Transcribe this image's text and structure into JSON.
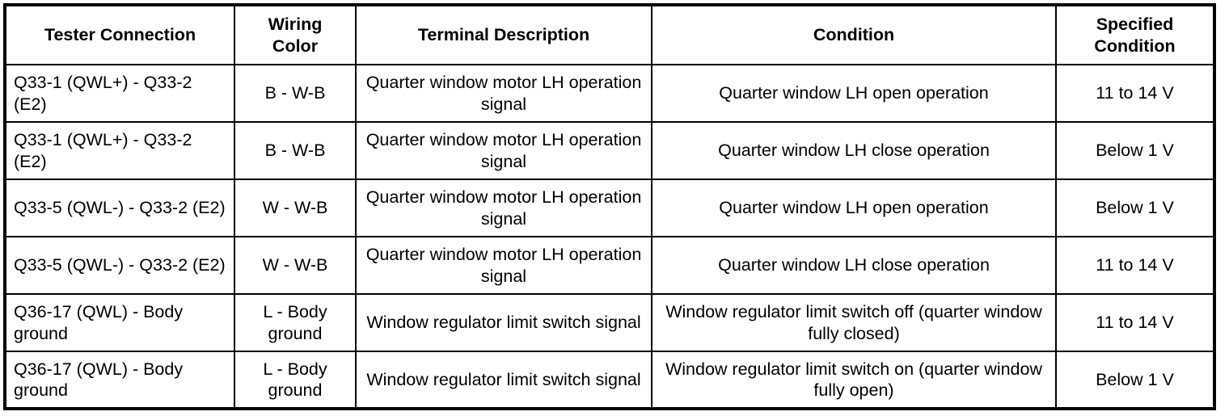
{
  "table": {
    "columns": [
      {
        "key": "tester",
        "label": "Tester Connection",
        "align": "left"
      },
      {
        "key": "wiring",
        "label": "Wiring\nColor",
        "align": "center"
      },
      {
        "key": "terminal",
        "label": "Terminal Description",
        "align": "center"
      },
      {
        "key": "condition",
        "label": "Condition",
        "align": "center"
      },
      {
        "key": "spec",
        "label": "Specified\nCondition",
        "align": "center"
      }
    ],
    "headers": {
      "tester": "Tester Connection",
      "wiring_line1": "Wiring",
      "wiring_line2": "Color",
      "terminal": "Terminal Description",
      "condition": "Condition",
      "spec_line1": "Specified",
      "spec_line2": "Condition"
    },
    "rows": [
      {
        "tester": "Q33-1 (QWL+) - Q33-2 (E2)",
        "wiring": "B - W-B",
        "terminal": "Quarter window motor LH operation signal",
        "condition": "Quarter window LH open operation",
        "spec": "11 to 14 V"
      },
      {
        "tester": "Q33-1 (QWL+) - Q33-2 (E2)",
        "wiring": "B - W-B",
        "terminal": "Quarter window motor LH operation signal",
        "condition": "Quarter window LH close operation",
        "spec": "Below 1 V"
      },
      {
        "tester": "Q33-5 (QWL-) - Q33-2 (E2)",
        "wiring": "W - W-B",
        "terminal": "Quarter window motor LH operation signal",
        "condition": "Quarter window LH open operation",
        "spec": "Below 1 V"
      },
      {
        "tester": "Q33-5 (QWL-) - Q33-2 (E2)",
        "wiring": "W - W-B",
        "terminal": "Quarter window motor LH operation signal",
        "condition": "Quarter window LH close operation",
        "spec": "11 to 14 V"
      },
      {
        "tester": "Q36-17 (QWL) - Body ground",
        "wiring": "L - Body ground",
        "terminal": "Window regulator limit switch signal",
        "condition": "Window regulator limit switch off (quarter window fully closed)",
        "spec": "11 to 14 V"
      },
      {
        "tester": "Q36-17 (QWL) - Body ground",
        "wiring": "L - Body ground",
        "terminal": "Window regulator limit switch signal",
        "condition": "Window regulator limit switch on (quarter window fully open)",
        "spec": "Below 1 V"
      }
    ]
  },
  "style": {
    "text_color": "#000000",
    "border_color": "#000000",
    "background": "#ffffff"
  }
}
